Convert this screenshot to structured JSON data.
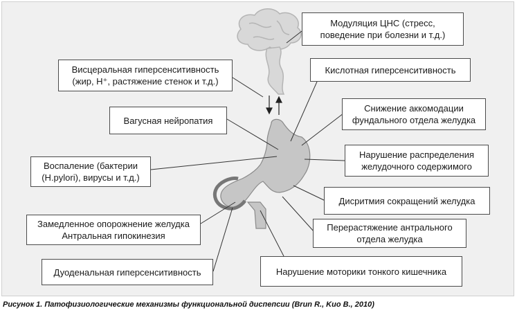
{
  "labels": {
    "cns": [
      "Модуляция ЦНС (стресс,",
      "поведение при болезни и т.д.)"
    ],
    "visceral": [
      "Висцеральная гиперсенситивность",
      "(жир, H⁺, растяжение стенок и т.д.)"
    ],
    "acid": [
      "Кислотная гиперсенситивность"
    ],
    "vagal": [
      "Вагусная нейропатия"
    ],
    "accommodation": [
      "Снижение аккомодации",
      "фундального отдела желудка"
    ],
    "distribution": [
      "Нарушение распределения",
      "желудочного содержимого"
    ],
    "inflammation": [
      "Воспаление (бактерии",
      "(H.pylori), вирусы и т.д.)"
    ],
    "dysrhythmia": [
      "Дисритмия сокращений желудка"
    ],
    "emptying": [
      "Замедленное опорожнение желудка",
      "Антральная гипокинезия"
    ],
    "antral": [
      "Перерастяжение антрального",
      "отдела желудка"
    ],
    "duodenal": [
      "Дуоденальная гиперсенситивность"
    ],
    "motility": [
      "Нарушение моторики тонкого кишечника"
    ]
  },
  "caption": "Рисунок 1. Патофизиологические механизмы функциональной диспепсии (Brun R., Kuo B., 2010)",
  "colors": {
    "organ": "#c6c6c6",
    "outline": "#8a8a8a",
    "line": "#333333",
    "background": "#f0f0f0"
  }
}
